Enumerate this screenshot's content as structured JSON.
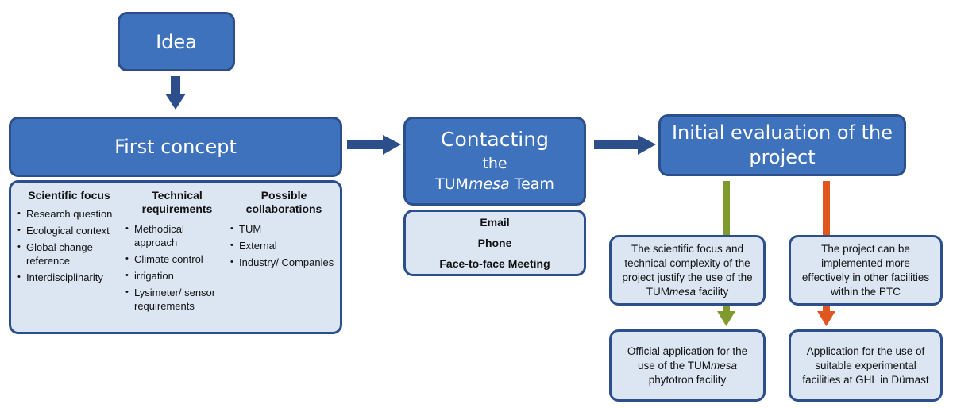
{
  "idea": "Idea",
  "first_concept": "First concept",
  "contacting": {
    "line1": "Contacting",
    "line2": "the",
    "line3_pre": "TUM",
    "line3_italic": "mesa",
    "line3_post": " Team"
  },
  "evaluation": "Initial evaluation of the project",
  "concept_columns": {
    "scientific": {
      "title": "Scientific focus",
      "items": [
        "Research question",
        "Ecological context",
        "Global change reference",
        "Interdisciplinarity"
      ]
    },
    "technical": {
      "title": "Technical requirements",
      "items": [
        "Methodical approach",
        "Climate control",
        "irrigation",
        "Lysimeter/ sensor requirements"
      ]
    },
    "collaborations": {
      "title": "Possible collaborations",
      "items": [
        "TUM",
        "External",
        "Industry/ Companies"
      ]
    }
  },
  "contact_methods": [
    "Email",
    "Phone",
    "Face-to-face Meeting"
  ],
  "outcomes": {
    "justify_pre": "The scientific focus and technical complexity of the project justify the use of the TUM",
    "justify_italic": "mesa",
    "justify_post": " facility",
    "other_facilities": "The project can be implemented more effectively in other facilities within the PTC",
    "official_pre": "Official application for the use of the TUM",
    "official_italic": "mesa",
    "official_post": " phytotron facility",
    "ghl": "Application for the use of suitable experimental facilities at GHL in Dürnast"
  },
  "colors": {
    "box": "#3f72bc",
    "border": "#2c4f8c",
    "light": "#dce6f2",
    "arrow": "#2c4f8c",
    "green": "#7f9a2e",
    "orange": "#e0561f"
  }
}
